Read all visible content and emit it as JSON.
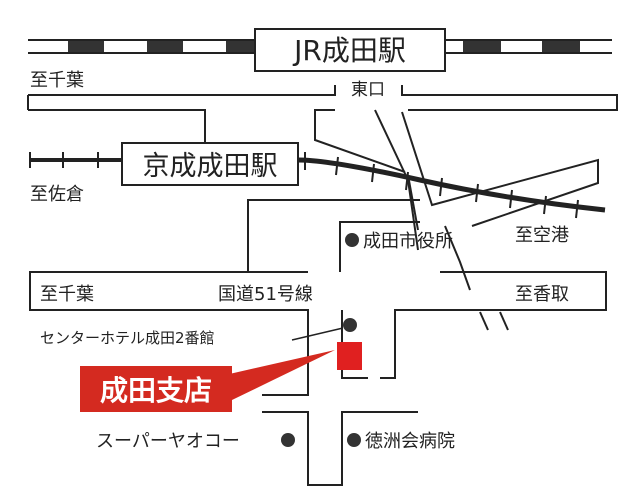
{
  "stations": {
    "jr": "JR成田駅",
    "keisei": "京成成田駅",
    "east_exit": "東口"
  },
  "directions": {
    "to_chiba_top": "至千葉",
    "to_sakura": "至佐倉",
    "to_airport": "至空港",
    "to_chiba_bottom": "至千葉",
    "to_katori": "至香取"
  },
  "road_name": "国道51号線",
  "landmarks": {
    "city_hall": "成田市役所",
    "hotel": "センターホテル成田2番館",
    "supermarket": "スーパーヤオコー",
    "hospital": "徳洲会病院"
  },
  "destination": {
    "label": "成田支店",
    "color": "#e02020"
  }
}
